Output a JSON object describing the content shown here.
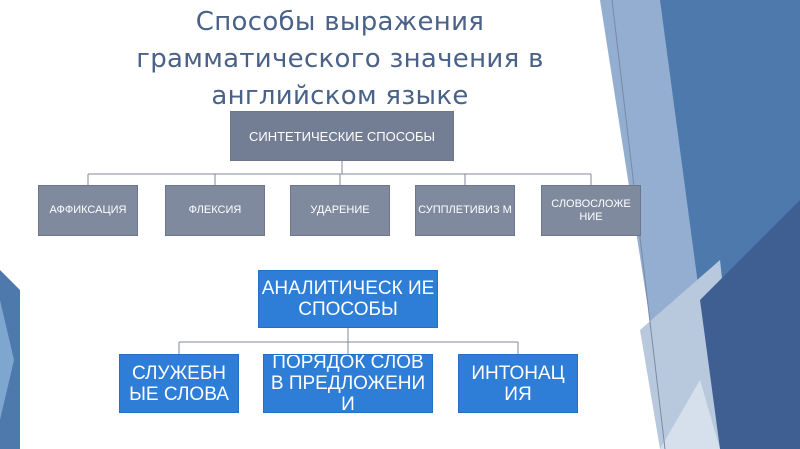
{
  "title": "Способы выражения грамматического значения в английском языке",
  "synthetic": {
    "root": "СИНТЕТИЧЕСКИЕ СПОСОБЫ",
    "children": [
      "АФФИКСАЦИЯ",
      "ФЛЕКСИЯ",
      "УДАРЕНИЕ",
      "СУППЛЕТИВИЗ М",
      "СЛОВОСЛОЖЕ НИЕ"
    ]
  },
  "analytic": {
    "root": "АНАЛИТИЧЕСК ИЕ СПОСОБЫ",
    "children": [
      "СЛУЖЕБН ЫЕ СЛОВА",
      "ПОРЯДОК СЛОВ В ПРЕДЛОЖЕНИ И",
      "ИНТОНАЦ ИЯ"
    ]
  },
  "colors": {
    "gray_box": "#7f8a9f",
    "blue_box": "#2e7dd6",
    "title": "#4a6288",
    "deco_dark": "#3c5a8c",
    "deco_mid": "#5b86b8",
    "deco_light": "#b7c6da"
  }
}
